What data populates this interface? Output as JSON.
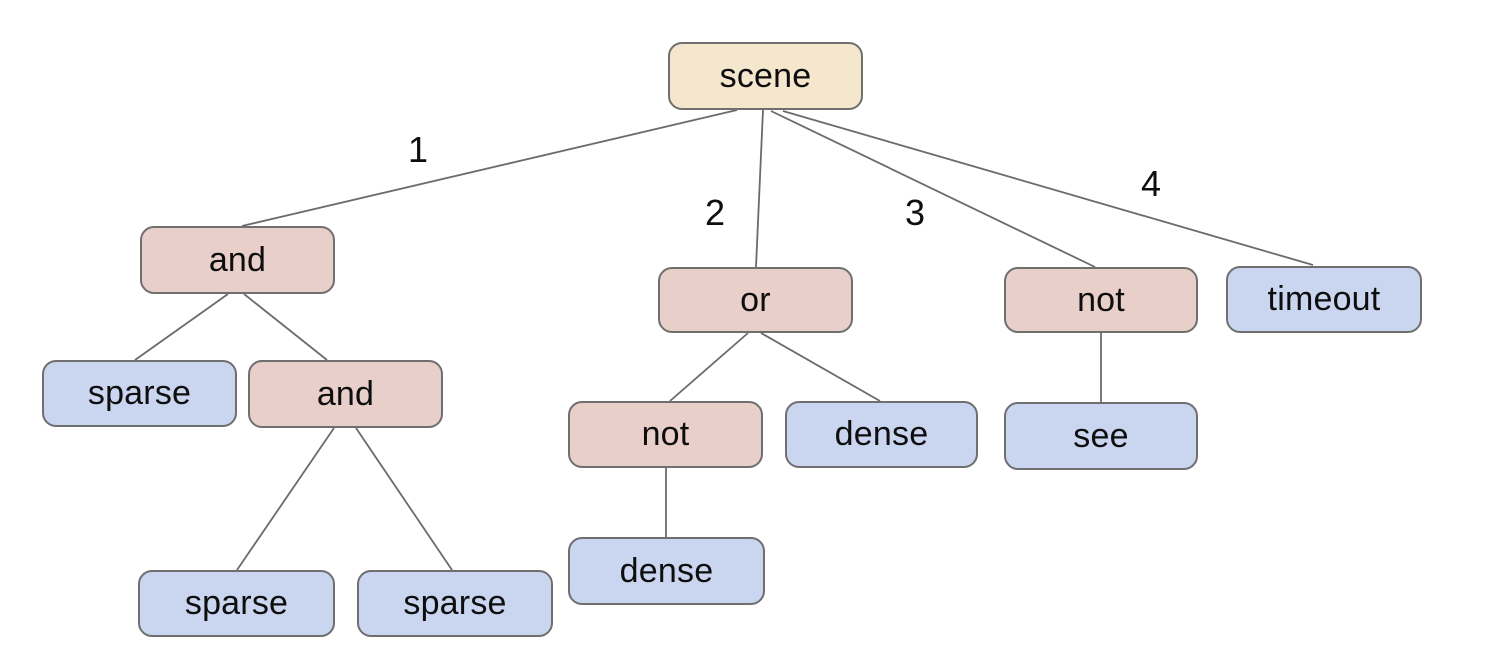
{
  "diagram": {
    "background": "#ffffff",
    "colors": {
      "root_fill": "#f5e7ce",
      "operator_fill": "#e8cfca",
      "leaf_fill": "#cad5ef",
      "node_border": "#6f6f6f",
      "edge_line": "#6b6b6b",
      "text": "#0e0e0e"
    },
    "nodes": [
      {
        "id": "scene",
        "label": "scene",
        "kind": "root"
      },
      {
        "id": "and2",
        "label": "and",
        "kind": "operator"
      },
      {
        "id": "or",
        "label": "or",
        "kind": "operator"
      },
      {
        "id": "not2",
        "label": "not",
        "kind": "operator"
      },
      {
        "id": "timeout",
        "label": "timeout",
        "kind": "leaf"
      },
      {
        "id": "sparse3",
        "label": "sparse",
        "kind": "leaf"
      },
      {
        "id": "and3",
        "label": "and",
        "kind": "operator"
      },
      {
        "id": "not3",
        "label": "not",
        "kind": "operator"
      },
      {
        "id": "dense3",
        "label": "dense",
        "kind": "leaf"
      },
      {
        "id": "see",
        "label": "see",
        "kind": "leaf"
      },
      {
        "id": "dense4",
        "label": "dense",
        "kind": "leaf"
      },
      {
        "id": "sparse4a",
        "label": "sparse",
        "kind": "leaf"
      },
      {
        "id": "sparse4b",
        "label": "sparse",
        "kind": "leaf"
      }
    ],
    "edges": [
      {
        "from": "scene",
        "to": "and2",
        "label": "1"
      },
      {
        "from": "scene",
        "to": "or",
        "label": "2"
      },
      {
        "from": "scene",
        "to": "not2",
        "label": "3"
      },
      {
        "from": "scene",
        "to": "timeout",
        "label": "4"
      },
      {
        "from": "and2",
        "to": "sparse3",
        "label": ""
      },
      {
        "from": "and2",
        "to": "and3",
        "label": ""
      },
      {
        "from": "and3",
        "to": "sparse4a",
        "label": ""
      },
      {
        "from": "and3",
        "to": "sparse4b",
        "label": ""
      },
      {
        "from": "or",
        "to": "not3",
        "label": ""
      },
      {
        "from": "or",
        "to": "dense3",
        "label": ""
      },
      {
        "from": "not3",
        "to": "dense4",
        "label": ""
      },
      {
        "from": "not2",
        "to": "see",
        "label": ""
      }
    ]
  }
}
